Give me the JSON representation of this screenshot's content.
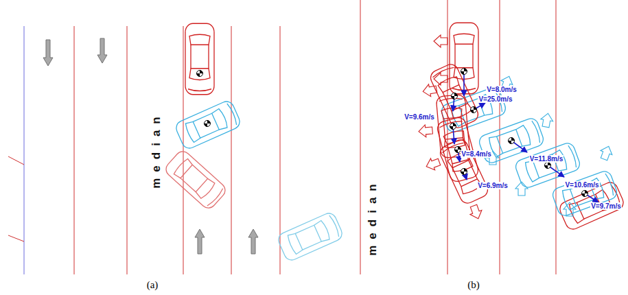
{
  "diagram": {
    "labels": [
      "median",
      "(a)",
      "V=8.0m/s",
      "V=25.0m/s",
      "V=9.6m/s",
      "V=8.4m/s",
      "V=11.8m/s",
      "V=6.9m/s",
      "V=10.6m/s",
      "V=9.7m/s",
      "median",
      "(b)"
    ]
  }
}
